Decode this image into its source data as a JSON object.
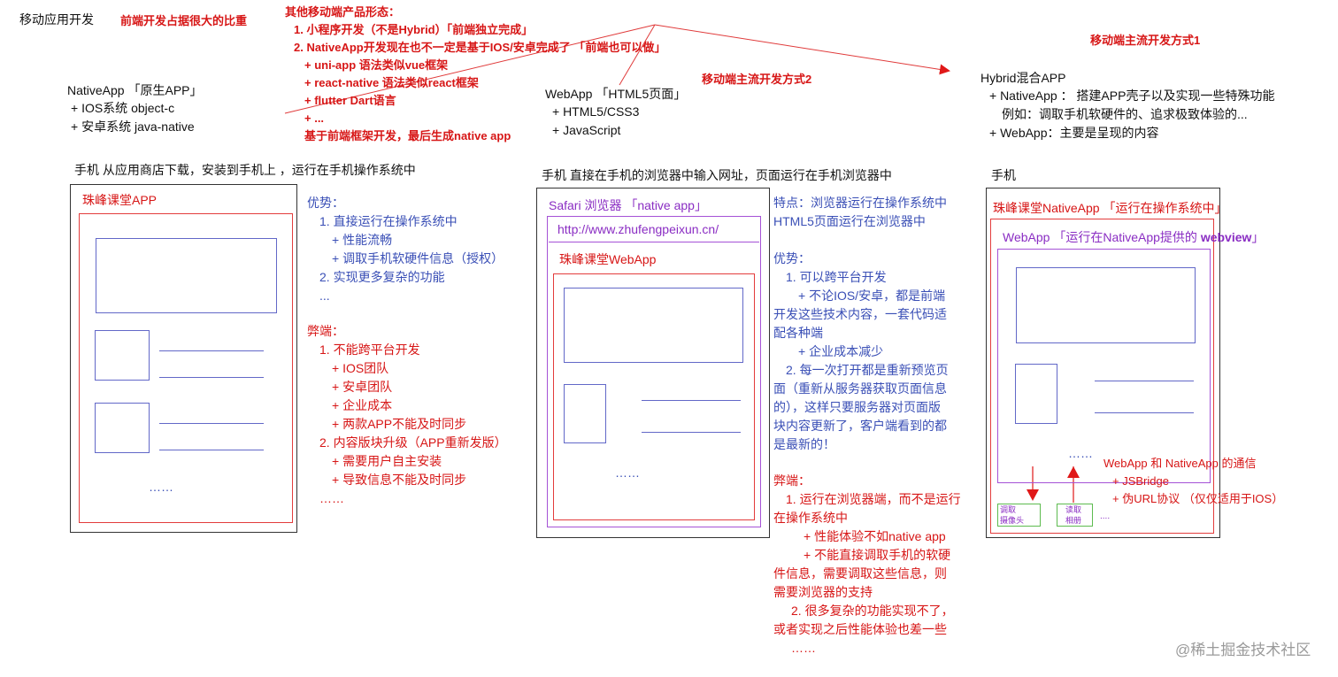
{
  "title": "移动应用开发",
  "subtitle_red": "前端开发占据很大的比重",
  "other_forms": {
    "heading": "其他移动端产品形态：",
    "lines": [
      "1. 小程序开发（不是Hybrid）「前端独立完成」",
      "2. NativeApp开发现在也不一定是基于IOS/安卓完成了 「前端也可以做」",
      "+ uni-app  语法类似vue框架",
      "+ react-native 语法类似react框架",
      "+ flutter  Dart语言",
      "+ ...",
      "基于前端框架开发，最后生成native app"
    ]
  },
  "mode1_label": "移动端主流开发方式1",
  "mode2_label": "移动端主流开发方式2",
  "native": {
    "title": "NativeApp 「原生APP」",
    "items": [
      "+ IOS系统  object-c",
      "+ 安卓系统  java-native"
    ],
    "phone_caption": "手机    从应用商店下载，安装到手机上 ，运行在手机操作系统中",
    "app_name": "珠峰课堂APP",
    "ellipsis": "……",
    "pros_heading": "优势：",
    "pros": [
      "1. 直接运行在操作系统中",
      "+ 性能流畅",
      "+ 调取手机软硬件信息（授权）",
      "2. 实现更多复杂的功能",
      "..."
    ],
    "cons_heading": "弊端：",
    "cons": [
      "1. 不能跨平台开发",
      "+ IOS团队",
      "+ 安卓团队",
      "+ 企业成本",
      "+ 两款APP不能及时同步",
      "2. 内容版块升级（APP重新发版）",
      "+ 需要用户自主安装",
      "+ 导致信息不能及时同步",
      "……"
    ]
  },
  "webapp": {
    "title": "WebApp 「HTML5页面」",
    "items": [
      "+ HTML5/CSS3",
      "+ JavaScript"
    ],
    "phone_caption": "手机    直接在手机的浏览器中输入网址，页面运行在手机浏览器中",
    "browser": "Safari 浏览器   「native app」",
    "url": "http://www.zhufengpeixun.cn/",
    "app_name": "珠峰课堂WebApp",
    "ellipsis": "……",
    "features": [
      "特点：浏览器运行在操作系统中",
      "HTML5页面运行在浏览器中"
    ],
    "pros_heading": "优势：",
    "pros": [
      "1. 可以跨平台开发",
      "+ 不论IOS/安卓，都是前端",
      "开发这些技术内容，一套代码适",
      "配各种端",
      "+ 企业成本减少",
      "2. 每一次打开都是重新预览页",
      "面（重新从服务器获取页面信息",
      "的），这样只要服务器对页面版",
      "块内容更新了，客户端看到的都",
      "是最新的！"
    ],
    "cons_heading": "弊端：",
    "cons": [
      "1. 运行在浏览器端，而不是运行",
      "在操作系统中",
      "+ 性能体验不如native app",
      "+ 不能直接调取手机的软硬",
      "件信息，需要调取这些信息，则",
      "需要浏览器的支持",
      "2. 很多复杂的功能实现不了，",
      "或者实现之后性能体验也差一些",
      "……"
    ]
  },
  "hybrid": {
    "title": "Hybrid混合APP",
    "items": [
      "+ NativeApp ： 搭建APP壳子以及实现一些特殊功能",
      "例如：调取手机软硬件的、追求极致体验的...",
      "+ WebApp：主要是呈现的内容"
    ],
    "phone_caption": "手机",
    "app_name": "珠峰课堂NativeApp     「运行在操作系统中」",
    "webview_prefix": "WebApp 「运行在NativeApp提供的 ",
    "webview_bold": "webview",
    "webview_suffix": "」",
    "ellipsis": "……",
    "camera": [
      "调取",
      "摄像头"
    ],
    "album": [
      "读取",
      "相册"
    ],
    "small_dots": "....",
    "comm_heading": "WebApp 和 NativeApp 的通信",
    "comm_items": [
      "+ JSBridge",
      "+ 伪URL协议  （仅仅适用于IOS）"
    ]
  },
  "watermark": "@稀土掘金技术社区",
  "colors": {
    "red": "#d71616",
    "blue": "#3a4fb6",
    "purple": "#8a2dc3",
    "green": "#5dbb4f"
  }
}
